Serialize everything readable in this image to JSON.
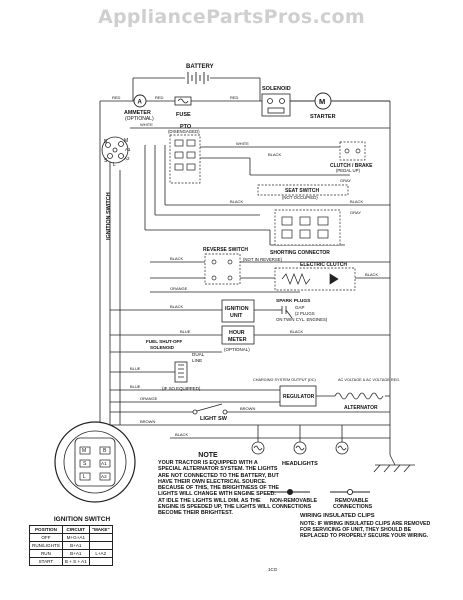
{
  "watermark": "AppliancePartsPros.com",
  "labels": {
    "battery": "BATTERY",
    "red_1": "RED",
    "red_2": "RED",
    "red_3": "RED",
    "fuse": "FUSE",
    "solenoid": "SOLENOID",
    "ammeter": "AMMETER",
    "ammeter_optional": "(OPTIONAL)",
    "starter": "STARTER",
    "white_1": "WHITE",
    "white_2": "WHITE",
    "black_1": "BLACK",
    "black_2": "BLACK",
    "black_3": "BLACK",
    "black_4": "BLACK",
    "black_5": "BLACK",
    "black_6": "BLACK",
    "black_7": "BLACK",
    "black_8": "BLACK",
    "gray_1": "GRAY",
    "gray_2": "GRAY",
    "blue_1": "BLUE",
    "blue_2": "BLUE",
    "blue_3": "BLUE",
    "orange_1": "ORANGE",
    "orange_2": "ORANGE",
    "brown_1": "BROWN",
    "brown_2": "BROWN",
    "pto": "PTO",
    "pto_sub": "(DISENGAGED)",
    "ignition_switch_side": "IGNITION SWITCH",
    "clutch_brake": "CLUTCH / BRAKE",
    "clutch_brake_sub": "(PEDAL UP)",
    "seat_switch": "SEAT SWITCH",
    "seat_switch_sub": "(NOT OCCUPIED)",
    "shorting_connector": "SHORTING CONNECTOR",
    "reverse_switch": "REVERSE SWITCH",
    "not_in_reverse": "(NOT IN REVERSE)",
    "electric_clutch": "ELECTRIC CLUTCH",
    "ignition_unit_1": "IGNITION",
    "ignition_unit_2": "UNIT",
    "spark_plugs": "SPARK PLUGS",
    "gap": "GAP",
    "two_plugs": "(2 PLUGS",
    "twin_cyl": "ON TWIN CYL. ENGINES)",
    "hour_meter_1": "HOUR",
    "hour_meter_2": "METER",
    "hour_meter_opt": "(OPTIONAL)",
    "fuel_shutoff_1": "FUEL SHUT-OFF",
    "fuel_shutoff_2": "SOLENOID",
    "fuel_shutoff_3": "(IF SO EQUIPPED)",
    "dual_line_1": "DUAL",
    "dual_line_2": "LINE",
    "regulator": "REGULATOR",
    "alternator": "ALTERNATOR",
    "dc_output": "CHARGING SYSTEM OUTPUT (DC)",
    "ac_output": "AC VOLTAGE & AC VOLTAGE REG.",
    "light_sw": "LIGHT SW",
    "headlights": "HEADLIGHTS",
    "non_removable_1": "NON-REMOVABLE",
    "non_removable_2": "CONNECTIONS",
    "removable_1": "REMOVABLE",
    "removable_2": "CONNECTIONS",
    "term_b": "B",
    "term_m": "M",
    "term_a1": "A1",
    "term_a2": "A2",
    "term_s": "S",
    "term_l": "L",
    "ig_m": "M",
    "ig_b": "B",
    "ig_s": "S",
    "ig_a1": "A1",
    "ig_l": "L",
    "ig_a2": "A2",
    "ref_code": "1CG"
  },
  "note": {
    "title": "NOTE",
    "body": "YOUR TRACTOR IS EQUIPPED WITH A SPECIAL ALTERNATOR SYSTEM. THE LIGHTS ARE NOT CONNECTED TO THE BATTERY, BUT HAVE THEIR OWN ELECTRICAL SOURCE. BECAUSE OF THIS, THE BRIGHTNESS OF THE LIGHTS WILL CHANGE WITH ENGINE SPEED. AT IDLE THE LIGHTS WILL DIM. AS THE ENGINE IS SPEEDED UP, THE LIGHTS WILL BECOME THEIR BRIGHTEST."
  },
  "wiring_clips": {
    "title": "WIRING INSULATED CLIPS",
    "body": "NOTE: IF WIRING INSULATED CLIPS ARE REMOVED FOR SERVICING OF UNIT, THEY SHOULD BE REPLACED TO PROPERLY SECURE YOUR WIRING."
  },
  "ignition_switch": {
    "title": "IGNITION SWITCH",
    "headers": [
      "POSITION",
      "CIRCUIT",
      "\"MAKE\""
    ],
    "rows": [
      [
        "OFF",
        "M+G+A1",
        ""
      ],
      [
        "RUN/LIGHTS",
        "B+A1",
        ""
      ],
      [
        "RUN",
        "B+A1",
        "L+A2"
      ],
      [
        "START",
        "B + S + A1",
        ""
      ]
    ]
  }
}
